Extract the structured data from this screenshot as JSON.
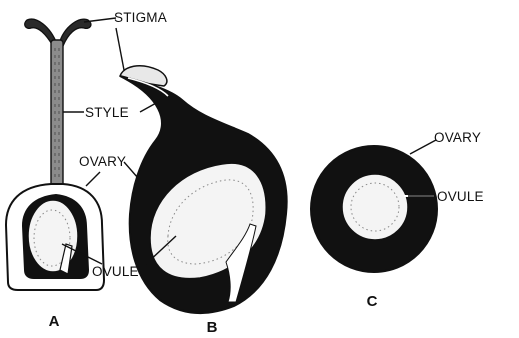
{
  "labels": {
    "stigma": "STIGMA",
    "style": "STYLE",
    "ovary_a": "OVARY",
    "ovule_a": "OVULE",
    "ovary_c": "OVARY",
    "ovule_c": "OVULE"
  },
  "captions": {
    "a": "A",
    "b": "B",
    "c": "C"
  }
}
